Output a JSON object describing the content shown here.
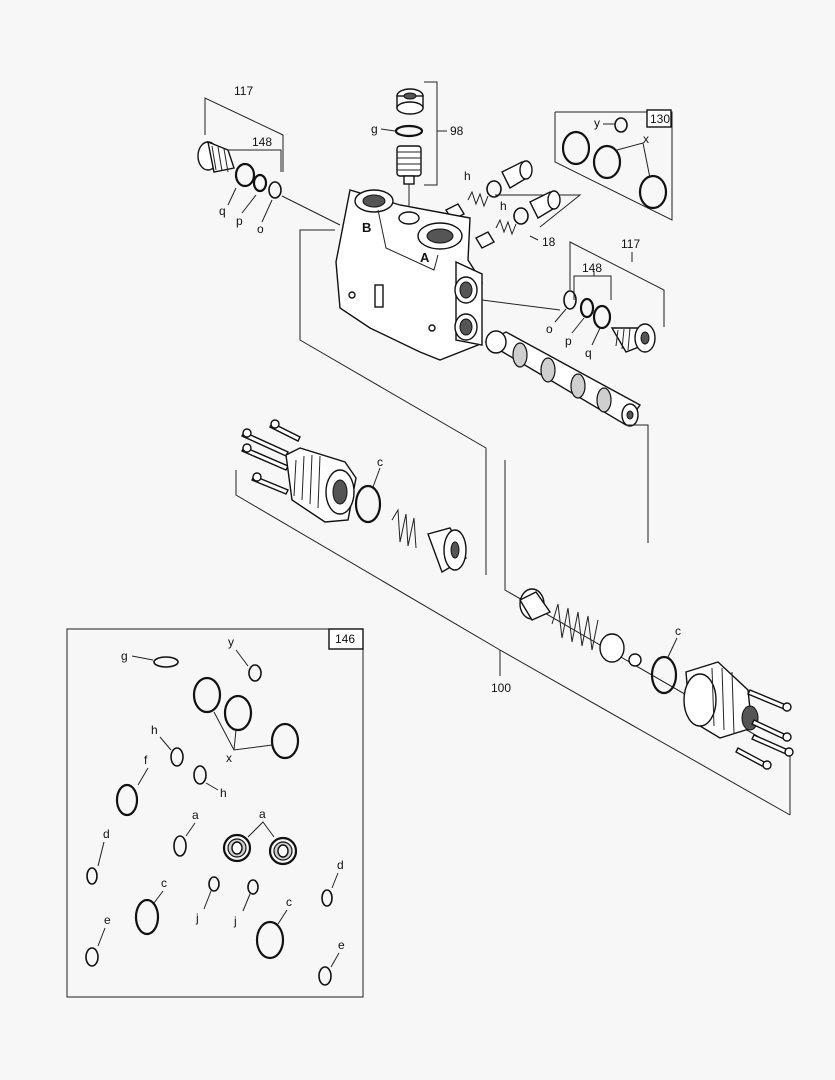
{
  "callouts": {
    "c117_top": "117",
    "c148_top": "148",
    "q_top": "q",
    "p_top": "p",
    "o_top": "o",
    "g_top": "g",
    "c98": "98",
    "h_1": "h",
    "h_2": "h",
    "c18": "18",
    "c130": "130",
    "y_130": "y",
    "x_130": "x",
    "c117_right": "117",
    "c148_right": "148",
    "o_right": "o",
    "p_right": "p",
    "q_right": "q",
    "c_left": "c",
    "c_right": "c",
    "c100": "100",
    "port_b": "B",
    "port_a": "A"
  },
  "kit146": {
    "box_label": "146",
    "g": "g",
    "y": "y",
    "x": "x",
    "h1": "h",
    "h2": "h",
    "f": "f",
    "a1": "a",
    "a2": "a",
    "d1": "d",
    "d2": "d",
    "c1": "c",
    "c2": "c",
    "j1": "j",
    "j2": "j",
    "e1": "e",
    "e2": "e"
  },
  "icons": [
    "valve-section-body",
    "plug",
    "o-ring",
    "spring",
    "check-poppet",
    "spool",
    "end-cap",
    "cap-screw",
    "spring-seat"
  ]
}
